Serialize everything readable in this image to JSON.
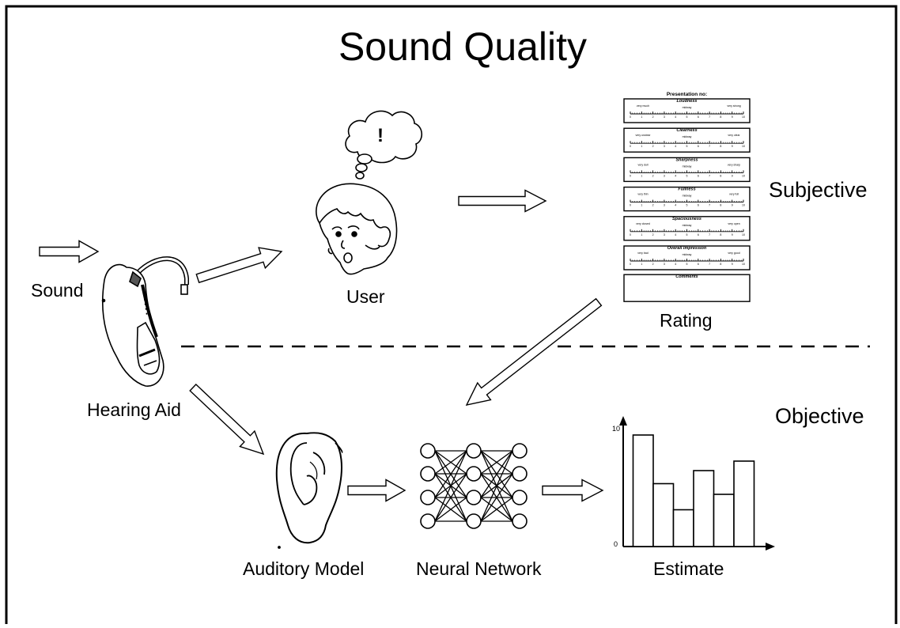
{
  "title": "Sound Quality",
  "labels": {
    "sound": "Sound",
    "hearing_aid": "Hearing Aid",
    "user": "User",
    "rating": "Rating",
    "auditory_model": "Auditory Model",
    "neural_network": "Neural Network",
    "estimate": "Estimate"
  },
  "sections": {
    "subjective": "Subjective",
    "objective": "Objective"
  },
  "thought_symbol": "!",
  "rating_form": {
    "header": "Presentation no:",
    "scales": [
      {
        "name": "Loudness",
        "low": "very much",
        "mid": "midway",
        "high": "very strong"
      },
      {
        "name": "Clearness",
        "low": "very unclear",
        "mid": "midway",
        "high": "very clear"
      },
      {
        "name": "Sharpness",
        "low": "very dull",
        "mid": "midway",
        "high": "very sharp"
      },
      {
        "name": "Fullness",
        "low": "very thin",
        "mid": "midway",
        "high": "very full"
      },
      {
        "name": "Spaciousness",
        "low": "very closed",
        "mid": "midway",
        "high": "very open"
      },
      {
        "name": "Overall Impression",
        "low": "very bad",
        "mid": "midway",
        "high": "very good"
      }
    ],
    "scale_ticks": [
      "0",
      "1",
      "2",
      "3",
      "4",
      "5",
      "6",
      "7",
      "8",
      "9",
      "10"
    ],
    "comments": "Comments"
  },
  "estimate_chart": {
    "type": "bar",
    "y_max_label": "10",
    "y_min_label": "0",
    "ylim": [
      0,
      10
    ],
    "values": [
      9.4,
      5.3,
      3.1,
      6.4,
      4.4,
      7.2
    ]
  }
}
